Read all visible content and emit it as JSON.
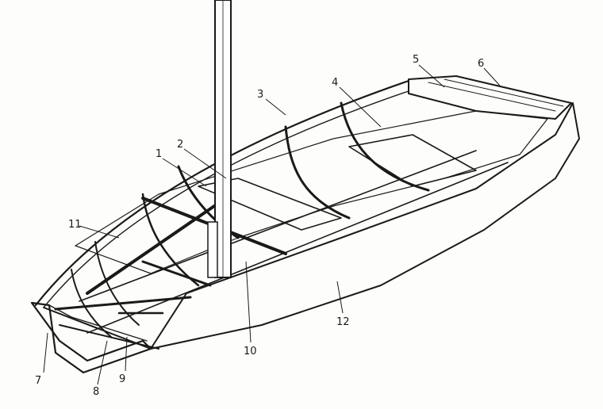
{
  "labels": [
    {
      "id": "1",
      "text": "1"
    },
    {
      "id": "2",
      "text": "2"
    },
    {
      "id": "3",
      "text": "3"
    },
    {
      "id": "4",
      "text": "4"
    },
    {
      "id": "5",
      "text": "5"
    },
    {
      "id": "6",
      "text": "6"
    },
    {
      "id": "7",
      "text": "7"
    },
    {
      "id": "8",
      "text": "8"
    },
    {
      "id": "9",
      "text": "9"
    },
    {
      "id": "10",
      "text": "10"
    },
    {
      "id": "11",
      "text": "11"
    },
    {
      "id": "12",
      "text": "12"
    }
  ],
  "colors": {
    "ink": "#1a1a1a",
    "paper": "#fdfdfb",
    "hull_stipple": "#2a2a2a"
  }
}
